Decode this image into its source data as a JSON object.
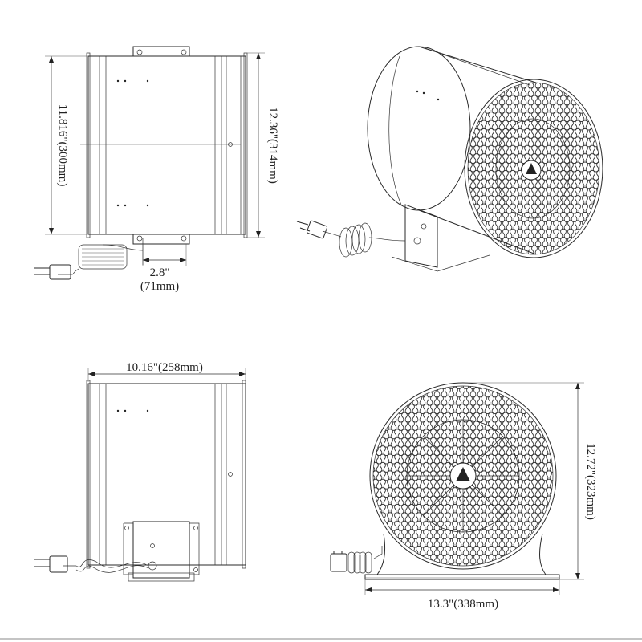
{
  "dimensions": {
    "height_left": "11.816\"(300mm)",
    "height_right": "12.36\"(314mm)",
    "plate_offset_in": "2.8\"",
    "plate_offset_mm": "(71mm)",
    "length": "10.16\"(258mm)",
    "front_height": "12.72\"(323mm)",
    "front_width": "13.3\"(338mm)"
  }
}
